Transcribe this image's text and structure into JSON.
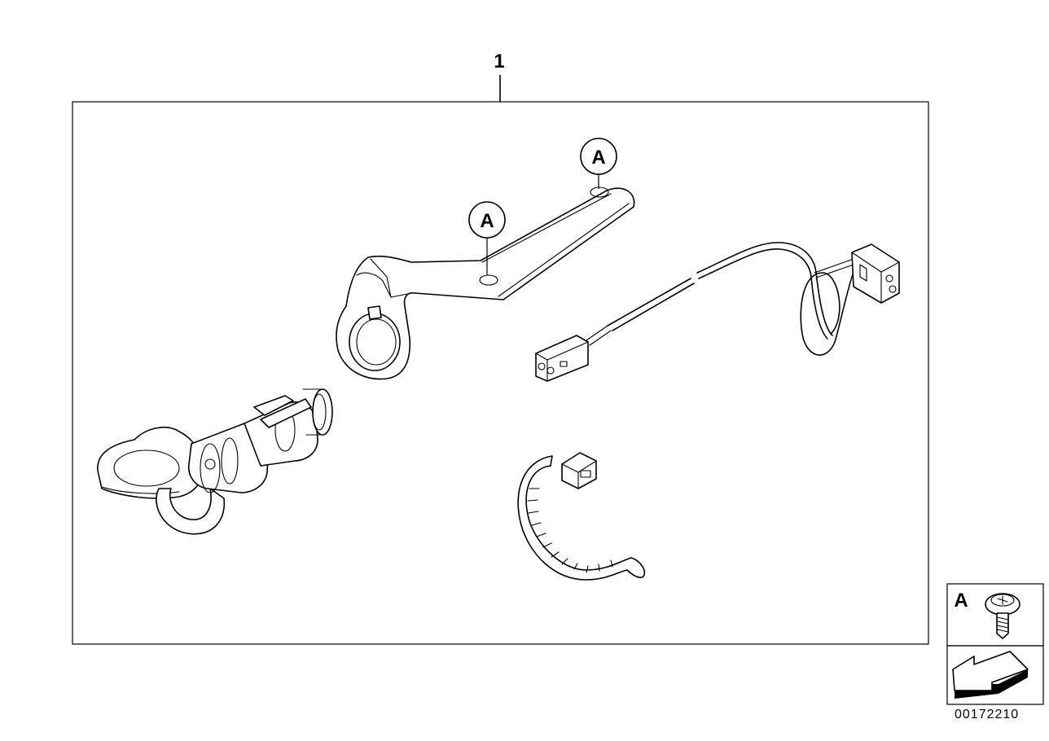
{
  "diagram": {
    "main_callout": "1",
    "hole_callout_left": "A",
    "hole_callout_right": "A",
    "legend_callout": "A",
    "diagram_number": "00172210"
  }
}
